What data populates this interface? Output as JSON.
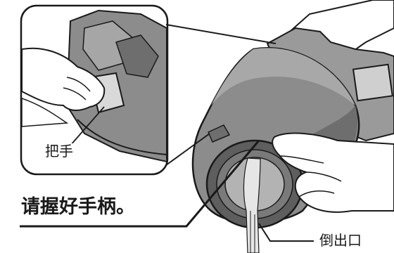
{
  "labels": {
    "handle": "把手",
    "hold_instruction": "请握好手柄。",
    "pour_outlet": "倒出口"
  },
  "colors": {
    "outline": "#1a1a1a",
    "body_gray": "#8c8c8c",
    "body_dark": "#5e5e5e",
    "body_light": "#b3b3b3",
    "hand_fill": "#ffffff",
    "water": "#dcdcdc"
  },
  "icons": {
    "inset": "handle-grip-detail-illustration",
    "main": "dust-container-emptying-illustration"
  }
}
